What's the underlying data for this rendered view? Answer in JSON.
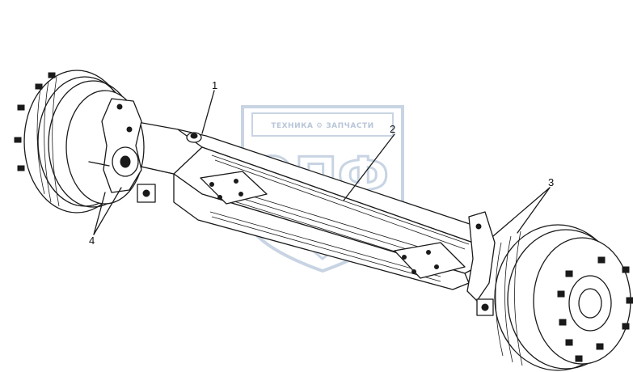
{
  "watermark": {
    "text": "ТЕХНИКА ⚙ ЗАПЧАСТИ",
    "logo_letters": "ЭПФ",
    "color": "#b8c6d8"
  },
  "callouts": [
    {
      "id": "1",
      "label": "1"
    },
    {
      "id": "2",
      "label": "2"
    },
    {
      "id": "3",
      "label": "3"
    },
    {
      "id": "4",
      "label": "4"
    }
  ]
}
